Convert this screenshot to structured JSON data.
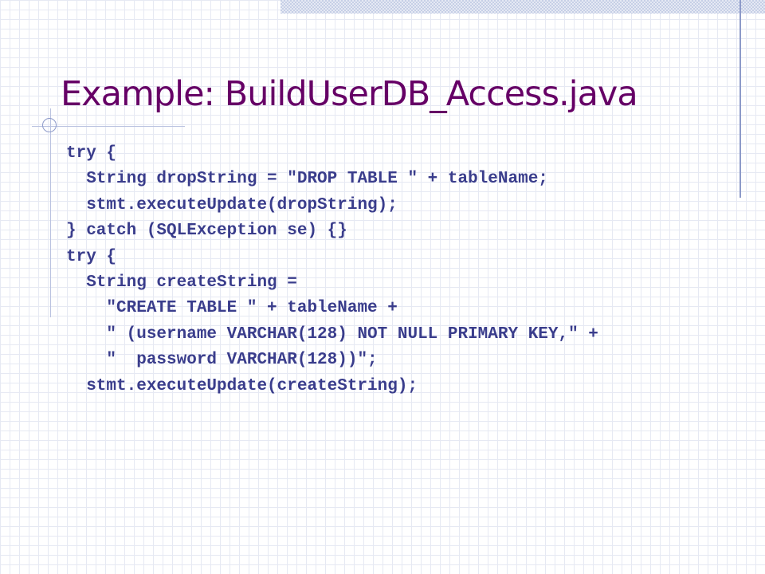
{
  "slide": {
    "title": "Example: BuildUserDB_Access.java",
    "code_lines": [
      "try {",
      "  String dropString = \"DROP TABLE \" + tableName;",
      "  stmt.executeUpdate(dropString);",
      "} catch (SQLException se) {}",
      "try {",
      "  String createString =",
      "    \"CREATE TABLE \" + tableName +",
      "    \" (username VARCHAR(128) NOT NULL PRIMARY KEY,\" +",
      "    \"  password VARCHAR(128))\";",
      "  stmt.executeUpdate(createString);"
    ]
  },
  "colors": {
    "title": "#660066",
    "code": "#3a3d8c",
    "accent": "#8d9ac9",
    "grid": "#e6e9f3"
  }
}
